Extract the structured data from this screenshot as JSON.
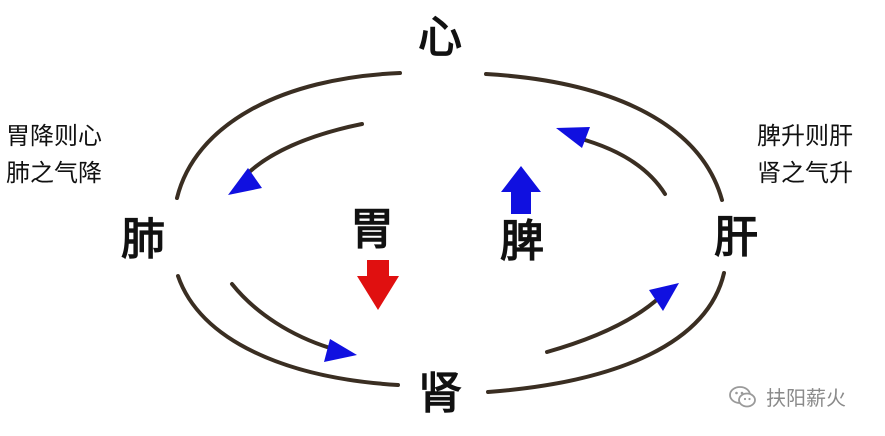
{
  "nodes": {
    "heart": "心",
    "lung": "肺",
    "stomach": "胃",
    "spleen": "脾",
    "liver": "肝",
    "kidney": "肾"
  },
  "notes": {
    "left_line1": "胃降则心",
    "left_line2": "肺之气降",
    "right_line1": "脾升则肝",
    "right_line2": "肾之气升"
  },
  "watermark": {
    "text": "扶阳薪火",
    "icon": "wechat-chat-bubble-icon"
  },
  "colors": {
    "cycle_line": "#3a2e22",
    "flow_arrow": "#1010e0",
    "stomach_descend": "#e01010",
    "spleen_ascend": "#1010e0"
  }
}
